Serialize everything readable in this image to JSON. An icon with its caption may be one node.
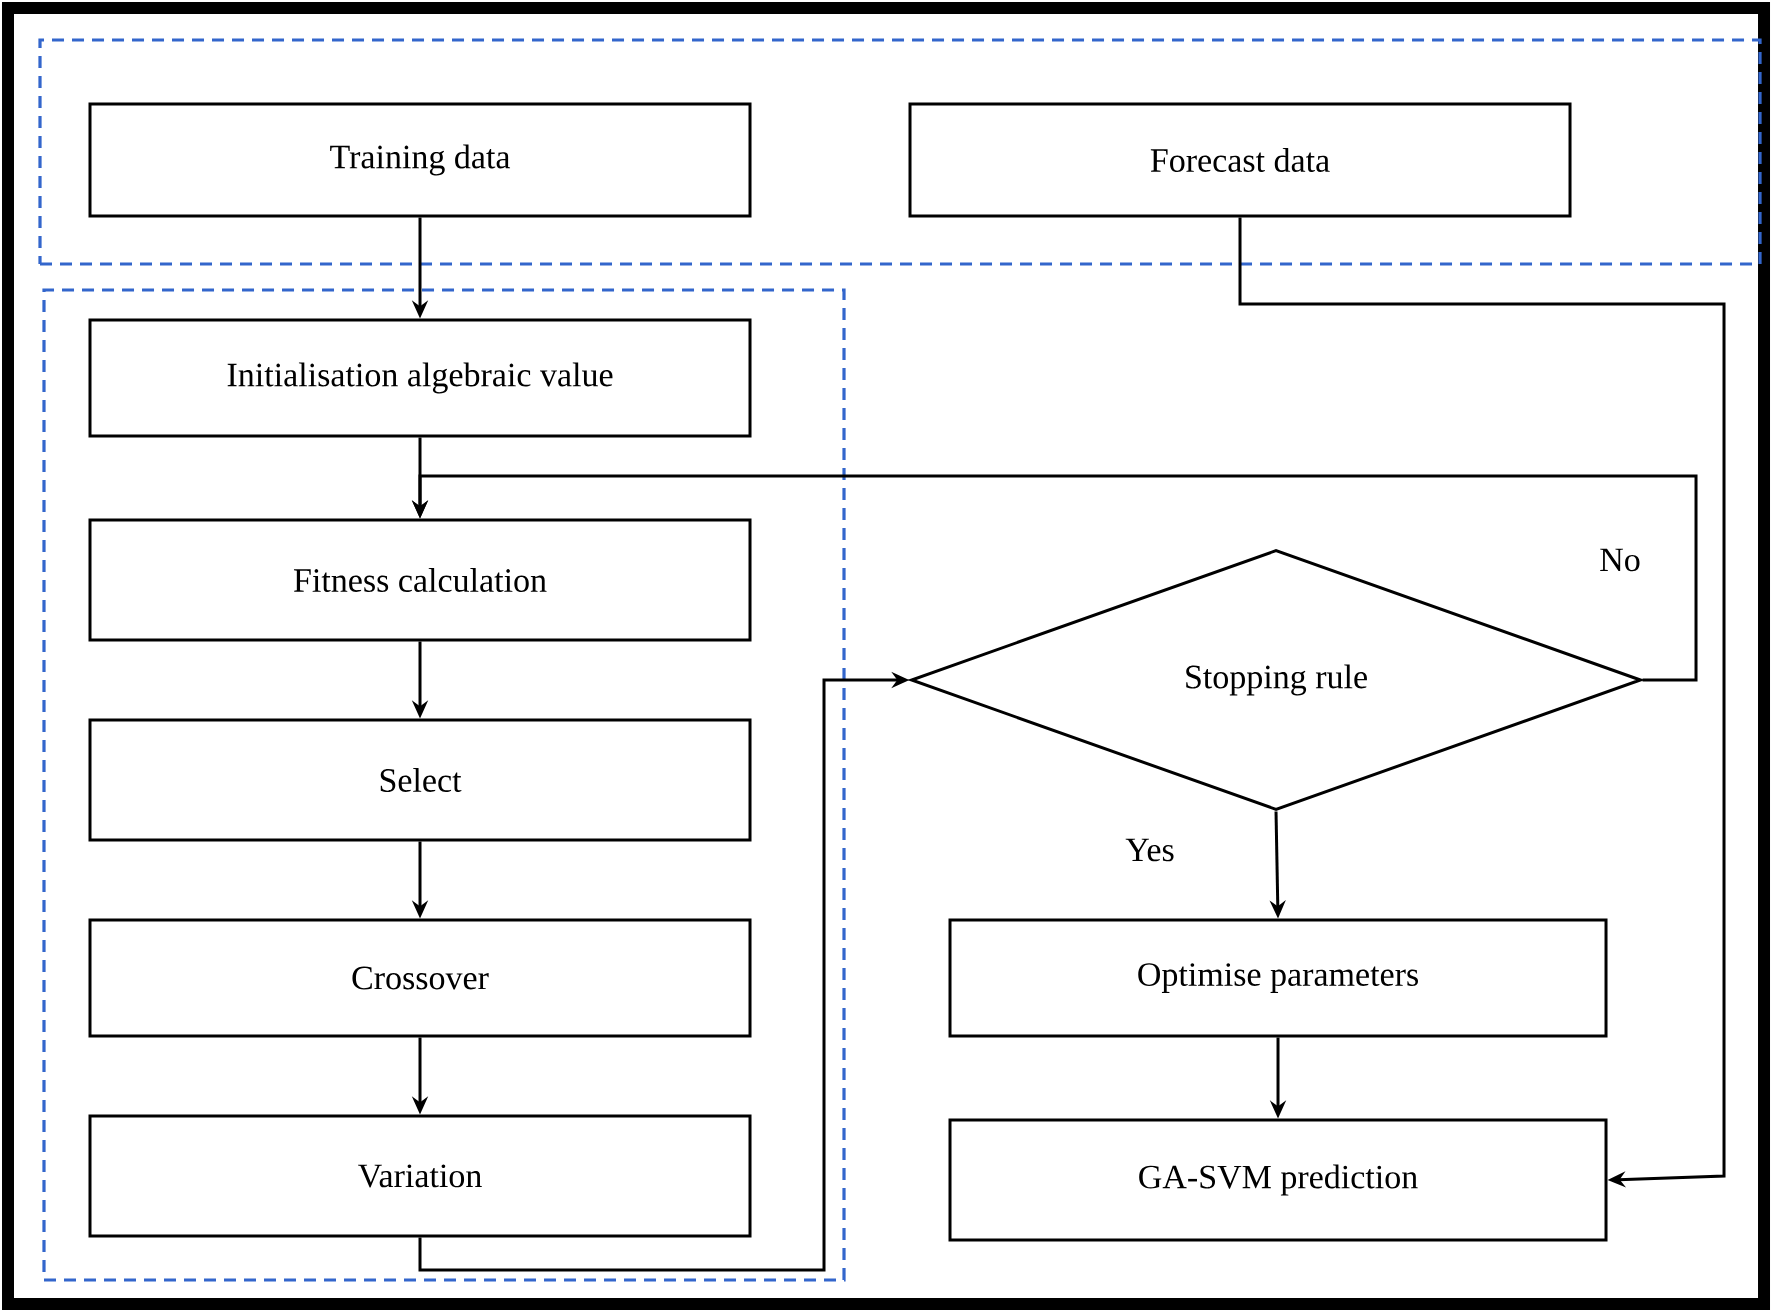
{
  "diagram": {
    "nodes": [
      {
        "text": [],
        "shape": "box"
      },
      {
        "text": [
          "Training data"
        ],
        "in": 0
      },
      {
        "text": [
          "Forecast data"
        ],
        "in": 0
      },
      {
        "text": [],
        "shape": "box"
      },
      {
        "text": [
          "Initialisation algebraic value"
        ],
        "in": 3
      },
      {
        "text": [
          "Fitness calculation"
        ],
        "in": 3
      },
      {
        "text": [
          "Select"
        ],
        "in": 3
      },
      {
        "text": [
          "Crossover"
        ],
        "in": 3
      },
      {
        "text": [
          "Variation"
        ],
        "in": 3
      },
      {
        "text": [
          "Stopping rule"
        ]
      },
      {
        "text": [
          "Optimise parameters"
        ]
      },
      {
        "text": [
          "GA-SVM prediction"
        ]
      }
    ],
    "edges": [
      {
        "from": 1,
        "to": 4,
        "arrow": "to"
      },
      {
        "from": 4,
        "to": 5,
        "arrow": "to"
      },
      {
        "from": 5,
        "to": 6,
        "arrow": "to"
      },
      {
        "from": 6,
        "to": 7,
        "arrow": "to"
      },
      {
        "from": 7,
        "to": 8,
        "arrow": "to"
      },
      {
        "from": 8,
        "to": 9,
        "arrow": "to"
      },
      {
        "from": 9,
        "to": 5,
        "arrow": "to",
        "label": "No"
      },
      {
        "from": 9,
        "to": 10,
        "arrow": "to",
        "label": "Yes"
      },
      {
        "from": 10,
        "to": 11,
        "arrow": "to"
      },
      {
        "from": 2,
        "to": 11,
        "arrow": "to"
      }
    ]
  }
}
